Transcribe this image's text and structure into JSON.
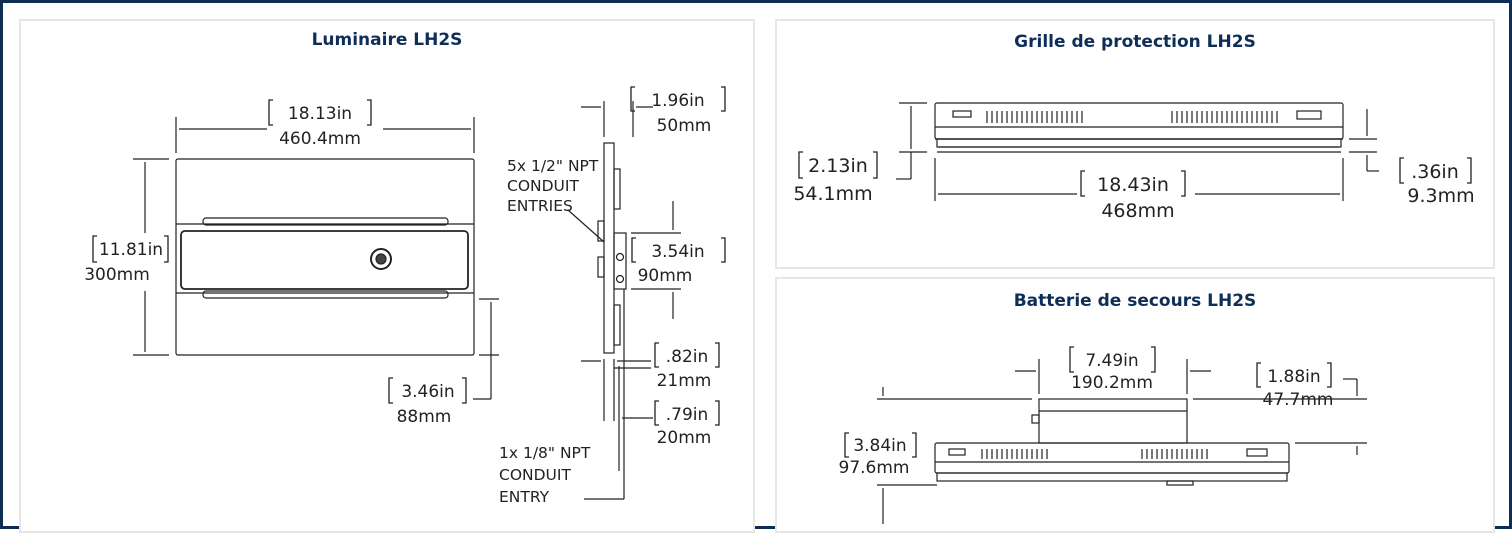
{
  "panels": {
    "luminaire": {
      "title": "Luminaire LH2S",
      "dims": {
        "width_in": "18.13in",
        "width_mm": "460.4mm",
        "height_in": "11.81in",
        "height_mm": "300mm",
        "lower_in": "3.46in",
        "lower_mm": "88mm",
        "top_depth_in": "1.96in",
        "top_depth_mm": "50mm",
        "entry_in": "3.54in",
        "entry_mm": "90mm",
        "mid_depth_in": ".82in",
        "mid_depth_mm": "21mm",
        "bottom_depth_in": ".79in",
        "bottom_depth_mm": "20mm"
      },
      "notes": {
        "conduit_entries": [
          "5x 1/2\" NPT",
          "CONDUIT",
          "ENTRIES"
        ],
        "conduit_entry": [
          "1x 1/8\" NPT",
          "CONDUIT",
          "ENTRY"
        ]
      }
    },
    "grille": {
      "title": "Grille de protection LH2S",
      "dims": {
        "height_in": "2.13in",
        "height_mm": "54.1mm",
        "width_in": "18.43in",
        "width_mm": "468mm",
        "depth_in": ".36in",
        "depth_mm": "9.3mm"
      }
    },
    "battery": {
      "title": "Batterie de secours LH2S",
      "dims": {
        "width_in": "7.49in",
        "width_mm": "190.2mm",
        "depth_in": "1.88in",
        "depth_mm": "47.7mm",
        "height_in": "3.84in",
        "height_mm": "97.6mm"
      }
    }
  },
  "colors": {
    "frame": "#0d2d52",
    "title": "#0e2e57",
    "panel_border": "#e6e6e6",
    "line": "#222222"
  }
}
